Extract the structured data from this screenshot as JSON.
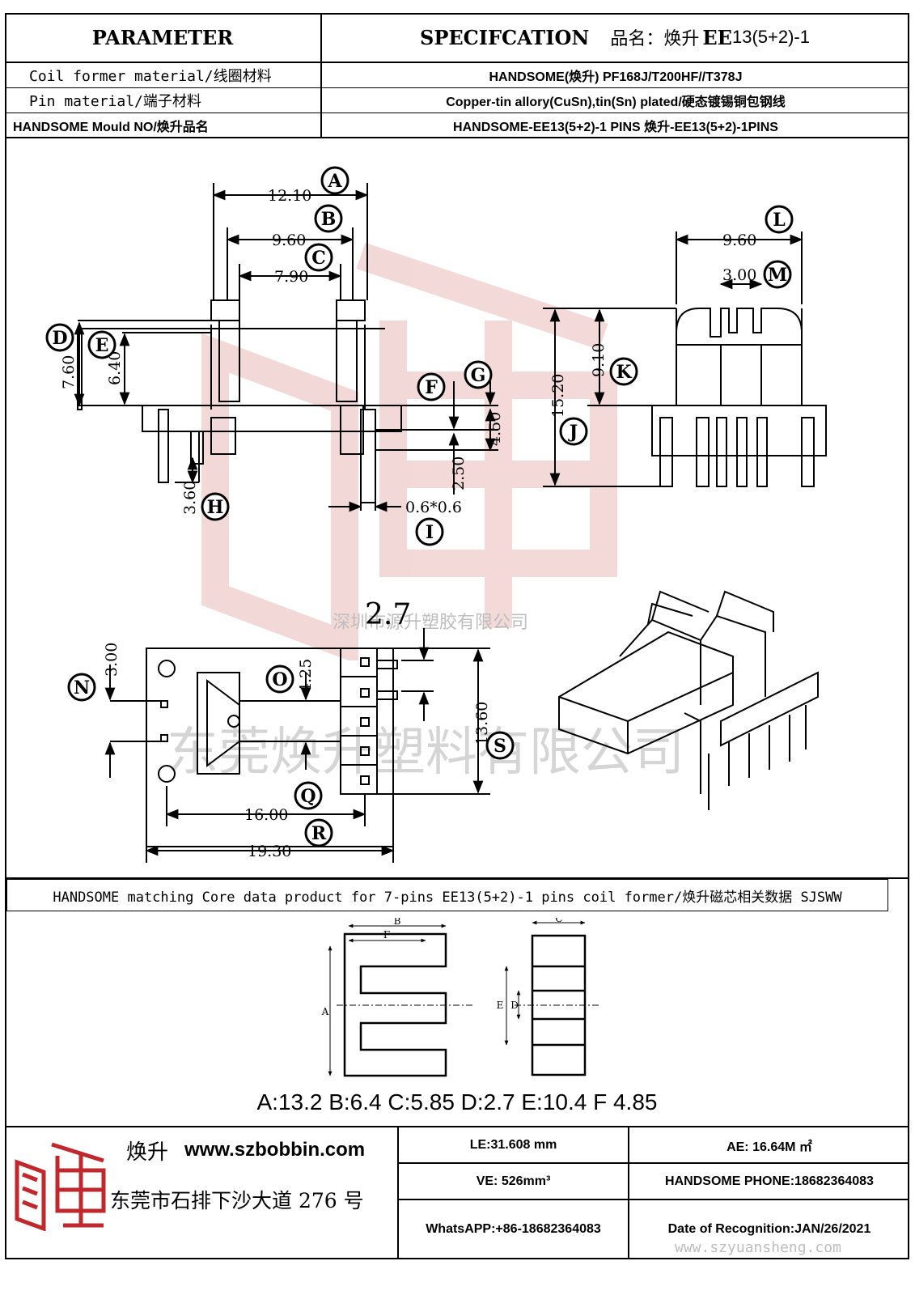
{
  "header": {
    "parameter": "PARAMETER",
    "specification": "SPECIFCATION",
    "product_name_label": "品名：焕升",
    "product_name_bold": "EE",
    "product_name_rest": "13(5+2)-1"
  },
  "spec_rows": [
    {
      "label": "Coil former material/线圈材料",
      "value": "HANDSOME(焕升)    PF168J/T200HF//T378J"
    },
    {
      "label": "Pin material/端子材料",
      "value": "Copper-tin allory(CuSn),tin(Sn) plated/硬态镀锡铜包钢线"
    },
    {
      "label": "HANDSOME Mould NO/焕升品名",
      "value": "HANDSOME-EE13(5+2)-1 PINS    焕升-EE13(5+2)-1PINS"
    }
  ],
  "drawing": {
    "dims": {
      "A": "12.10",
      "B": "9.60",
      "C": "7.90",
      "D": "7.60",
      "E": "6.40",
      "F_G": "4.50",
      "G2": "2.50",
      "H": "3.60",
      "I": "0.6*0.6",
      "J": "15.20",
      "K": "9.10",
      "L": "9.60",
      "M": "3.00",
      "N": "3.00",
      "O": "4.25",
      "Q": "16.00",
      "R": "19.30",
      "S": "13.60",
      "pitch": "2.7"
    },
    "labels": [
      "A",
      "B",
      "C",
      "D",
      "E",
      "F",
      "G",
      "H",
      "I",
      "J",
      "K",
      "L",
      "M",
      "N",
      "O",
      "Q",
      "R",
      "S"
    ],
    "watermark_company_small": "深圳市源升塑胶有限公司",
    "watermark_company_large": "东莞焕升塑料有限公司"
  },
  "core_section": {
    "title": "HANDSOME matching Core data  product for 7-pins EE13(5+2)-1 pins coil former/焕升磁芯相关数据 SJSWW",
    "core_letters": [
      "A",
      "B",
      "C",
      "D",
      "E",
      "F"
    ],
    "core_values": "A:13.2 B:6.4 C:5.85 D:2.7 E:10.4 F 4.85"
  },
  "footer": {
    "brand": "焕升",
    "website": "www.szbobbin.com",
    "address": "东莞市石排下沙大道 276 号",
    "le": "LE:31.608 mm",
    "ae": "AE: 16.64M ㎡",
    "ve": "VE: 526mm³",
    "phone": "HANDSOME PHONE:18682364083",
    "whatsapp": "WhatsAPP:+86-18682364083",
    "date": "Date of Recognition:JAN/26/2021",
    "watermark_url": "www.szyuansheng.com"
  },
  "colors": {
    "watermark": "#e8b4b4",
    "logo_red": "#c0282d"
  }
}
